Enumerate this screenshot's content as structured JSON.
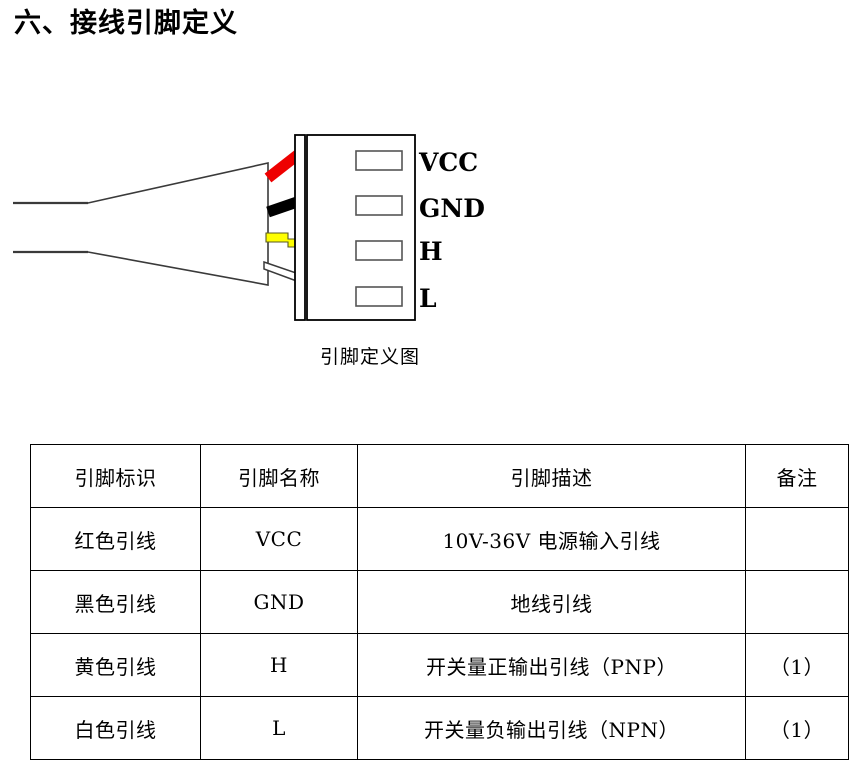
{
  "section": {
    "title": "六、接线引脚定义"
  },
  "figure": {
    "caption": "引脚定义图",
    "connector": {
      "pin_labels": [
        "VCC",
        "GND",
        "H",
        "L"
      ]
    },
    "wires": [
      {
        "name": "red-wire",
        "color": "#ee0000",
        "pin": "VCC"
      },
      {
        "name": "black-wire",
        "color": "#000000",
        "pin": "GND"
      },
      {
        "name": "yellow-wire",
        "color": "#ffff00",
        "pin": "H"
      },
      {
        "name": "white-wire",
        "color": "#ffffff",
        "pin": "L"
      }
    ]
  },
  "table": {
    "headers": [
      "引脚标识",
      "引脚名称",
      "引脚描述",
      "备注"
    ],
    "rows": [
      {
        "id": "红色引线",
        "name": "VCC",
        "desc": "10V-36V 电源输入引线",
        "note": ""
      },
      {
        "id": "黑色引线",
        "name": "GND",
        "desc": "地线引线",
        "note": ""
      },
      {
        "id": "黄色引线",
        "name": "H",
        "desc": "开关量正输出引线（PNP）",
        "note": "（1）"
      },
      {
        "id": "白色引线",
        "name": "L",
        "desc": "开关量负输出引线（NPN）",
        "note": "（1）"
      }
    ]
  }
}
